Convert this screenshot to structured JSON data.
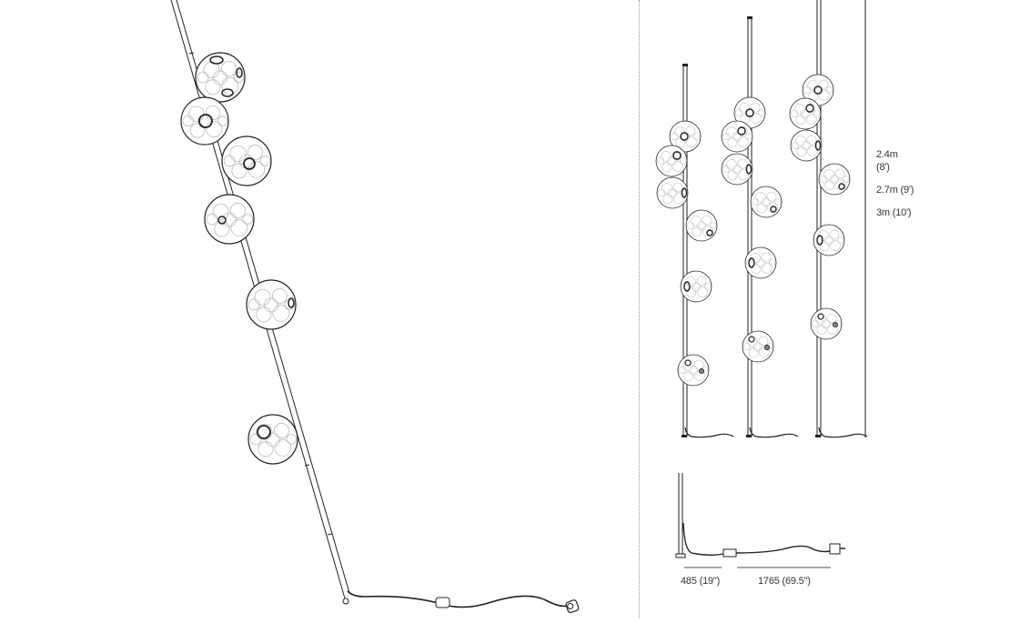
{
  "diagram": {
    "subject": "pendant globe floor lamp technical drawing",
    "colors": {
      "line": "#222222",
      "globe_cell": "#bbbbbb",
      "divider": "#999999",
      "text": "#333333"
    },
    "heights": {
      "h1": "2.4m",
      "h1_imperial": "(8')",
      "h2": "2.7m (9')",
      "h3": "3m (10')"
    },
    "cable": {
      "base_length": "485 (19\")",
      "cord_length": "1765 (69.5\")"
    }
  }
}
